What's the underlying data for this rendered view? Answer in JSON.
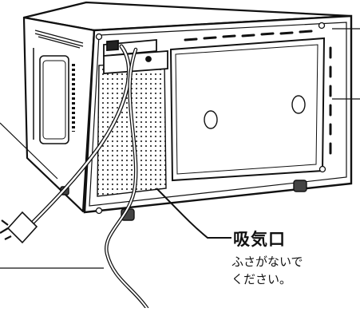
{
  "callout": {
    "title": "吸気口",
    "line1": "ふさがないで",
    "line2": "ください。"
  }
}
